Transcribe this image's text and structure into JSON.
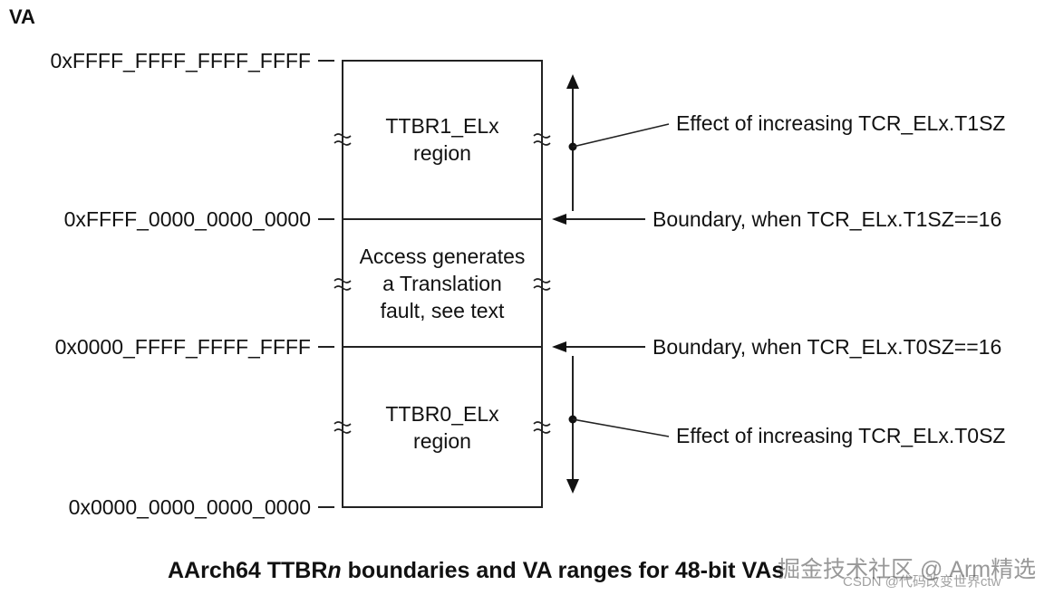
{
  "header": {
    "va_label": "VA"
  },
  "addresses": {
    "top": "0xFFFF_FFFF_FFFF_FFFF",
    "upper_boundary": "0xFFFF_0000_0000_0000",
    "lower_boundary": "0x0000_FFFF_FFFF_FFFF",
    "bottom": "0x0000_0000_0000_0000"
  },
  "regions": {
    "ttbr1": [
      "TTBR1_ELx",
      "region"
    ],
    "fault": [
      "Access generates",
      "a Translation",
      "fault, see text"
    ],
    "ttbr0": [
      "TTBR0_ELx",
      "region"
    ]
  },
  "annotations": {
    "t1sz_effect": "Effect of increasing TCR_ELx.T1SZ",
    "t1sz_boundary": "Boundary, when TCR_ELx.T1SZ==16",
    "t0sz_boundary": "Boundary, when TCR_ELx.T0SZ==16",
    "t0sz_effect": "Effect of increasing TCR_ELx.T0SZ"
  },
  "caption": {
    "prefix": "AArch64 TTBR",
    "italic": "n",
    "suffix": " boundaries and VA ranges for 48-bit VAs"
  },
  "watermark": {
    "main": "掘金技术社区 @ Arm精选",
    "sub": "CSDN @代码改变世界ctw"
  }
}
